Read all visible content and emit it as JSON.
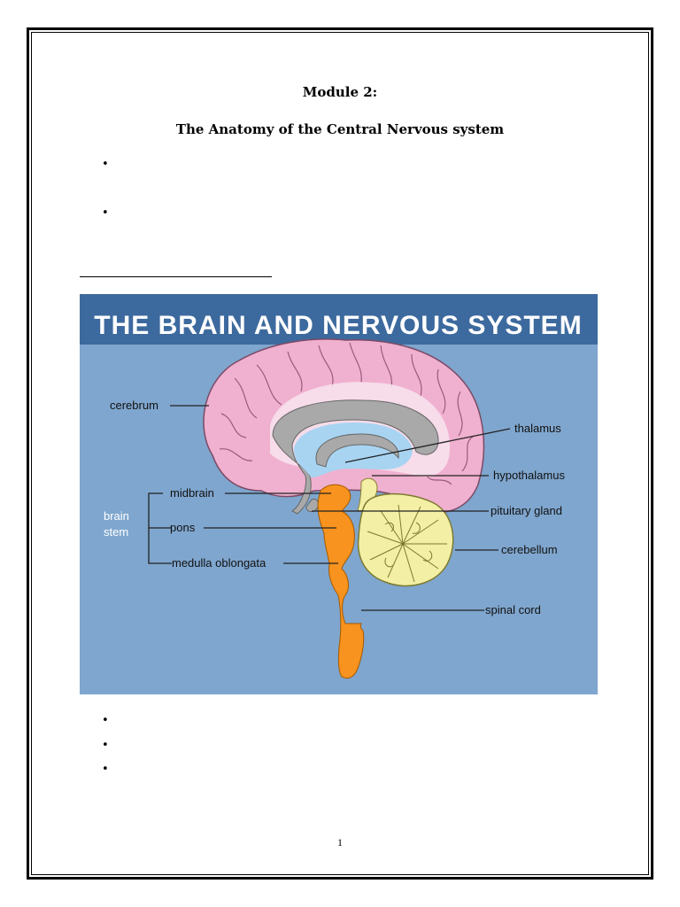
{
  "document": {
    "module": "Module 2:",
    "title": "The Anatomy of the Central Nervous system",
    "page_number": "1"
  },
  "figure": {
    "heading": "THE BRAIN AND NERVOUS SYSTEM",
    "labels": {
      "cerebrum": "cerebrum",
      "thalamus": "thalamus",
      "hypothalamus": "hypothalamus",
      "midbrain": "midbrain",
      "brain_stem_line1": "brain",
      "brain_stem_line2": "stem",
      "pons": "pons",
      "pituitary_gland": "pituitary gland",
      "cerebellum": "cerebellum",
      "medulla_oblongata": "medulla oblongata",
      "spinal_cord": "spinal cord"
    },
    "colors": {
      "banner": "#3d6a9e",
      "background": "#7fa6ce",
      "cerebrum": "#f0b0cf",
      "ventricle": "#a9a9a9",
      "cerebellum": "#f3f0a6",
      "brainstem": "#f7931e"
    }
  }
}
